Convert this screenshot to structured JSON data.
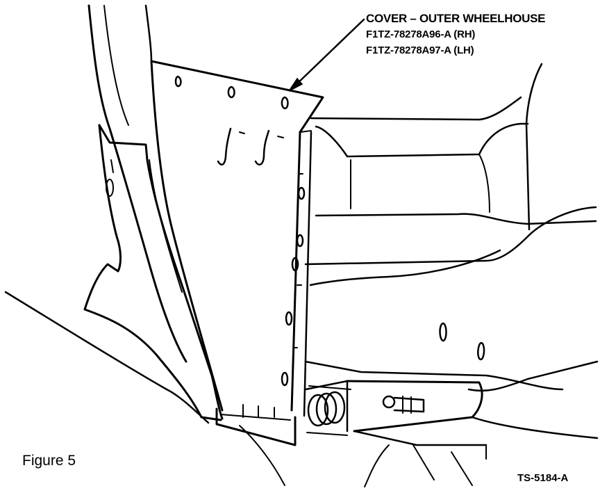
{
  "callout": {
    "title": "COVER – OUTER WHEELHOUSE",
    "part_rh": "F1TZ-78278A96-A (RH)",
    "part_lh": "F1TZ-78278A97-A (LH)"
  },
  "caption": "Figure 5",
  "reference_code": "TS-5184-A"
}
